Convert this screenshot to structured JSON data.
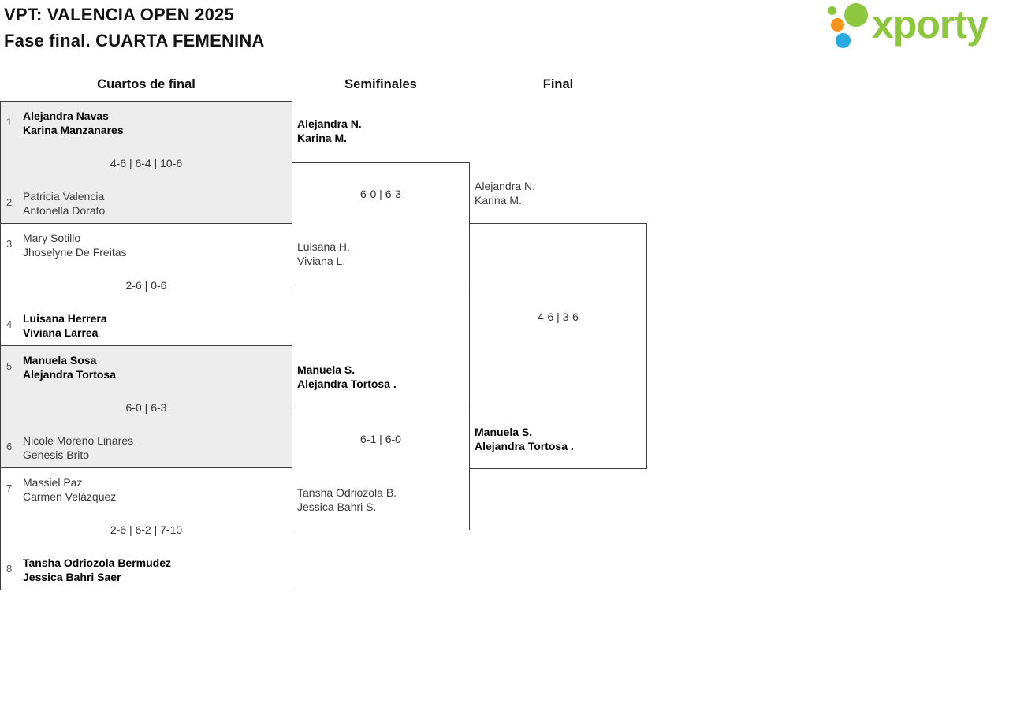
{
  "header": {
    "title": "VPT: VALENCIA OPEN 2025",
    "subtitle": "Fase final. CUARTA FEMENINA",
    "logo_text": "xporty"
  },
  "columns": {
    "quarterfinals": "Cuartos de final",
    "semifinals": "Semifinales",
    "final": "Final"
  },
  "qf": [
    {
      "seed1": "1",
      "t1a": "Alejandra Navas",
      "t1b": "Karina Manzanares",
      "w1": true,
      "score": "4-6 | 6-4 | 10-6",
      "seed2": "2",
      "t2a": "Patricia Valencia",
      "t2b": "Antonella Dorato",
      "w2": false
    },
    {
      "seed1": "3",
      "t1a": "Mary Sotillo",
      "t1b": "Jhoselyne De Freitas",
      "w1": false,
      "score": "2-6 | 0-6",
      "seed2": "4",
      "t2a": "Luisana Herrera",
      "t2b": "Viviana Larrea",
      "w2": true
    },
    {
      "seed1": "5",
      "t1a": "Manuela Sosa",
      "t1b": "Alejandra Tortosa",
      "w1": true,
      "score": "6-0 | 6-3",
      "seed2": "6",
      "t2a": "Nicole Moreno Linares",
      "t2b": "Genesis Brito",
      "w2": false
    },
    {
      "seed1": "7",
      "t1a": "Massiel Paz",
      "t1b": "Carmen Velázquez",
      "w1": false,
      "score": "2-6 | 6-2 | 7-10",
      "seed2": "8",
      "t2a": "Tansha Odriozola Bermudez",
      "t2b": "Jessica Bahri Saer",
      "w2": true
    }
  ],
  "sf": [
    {
      "t1a": "Alejandra N.",
      "t1b": "Karina M.",
      "w1": true,
      "score": "6-0 | 6-3",
      "t2a": "Luisana H.",
      "t2b": "Viviana L.",
      "w2": false
    },
    {
      "t1a": "Manuela S.",
      "t1b": "Alejandra Tortosa .",
      "w1": true,
      "score": "6-1 | 6-0",
      "t2a": "Tansha Odriozola B.",
      "t2b": "Jessica Bahri S.",
      "w2": false
    }
  ],
  "final": {
    "t1a": "Alejandra N.",
    "t1b": "Karina M.",
    "w1": false,
    "score": "4-6 | 3-6",
    "t2a": "Manuela S.",
    "t2b": "Alejandra Tortosa .",
    "w2": true
  }
}
